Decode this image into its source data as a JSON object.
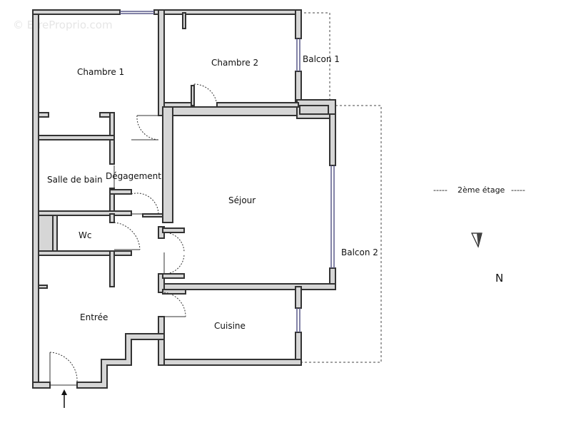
{
  "watermark": "© EtreProprio.com",
  "rooms": {
    "chambre1": "Chambre 1",
    "chambre2": "Chambre 2",
    "balcon1": "Balcon 1",
    "salle_de_bain": "Salle de bain",
    "degagement": "Dégagement",
    "sejour": "Séjour",
    "wc": "Wc",
    "balcon2": "Balcon 2",
    "entree": "Entrée",
    "cuisine": "Cuisine"
  },
  "level": {
    "dash_left": "-----",
    "label": "2ème étage",
    "dash_right": "-----"
  },
  "north": {
    "letter": "N"
  }
}
